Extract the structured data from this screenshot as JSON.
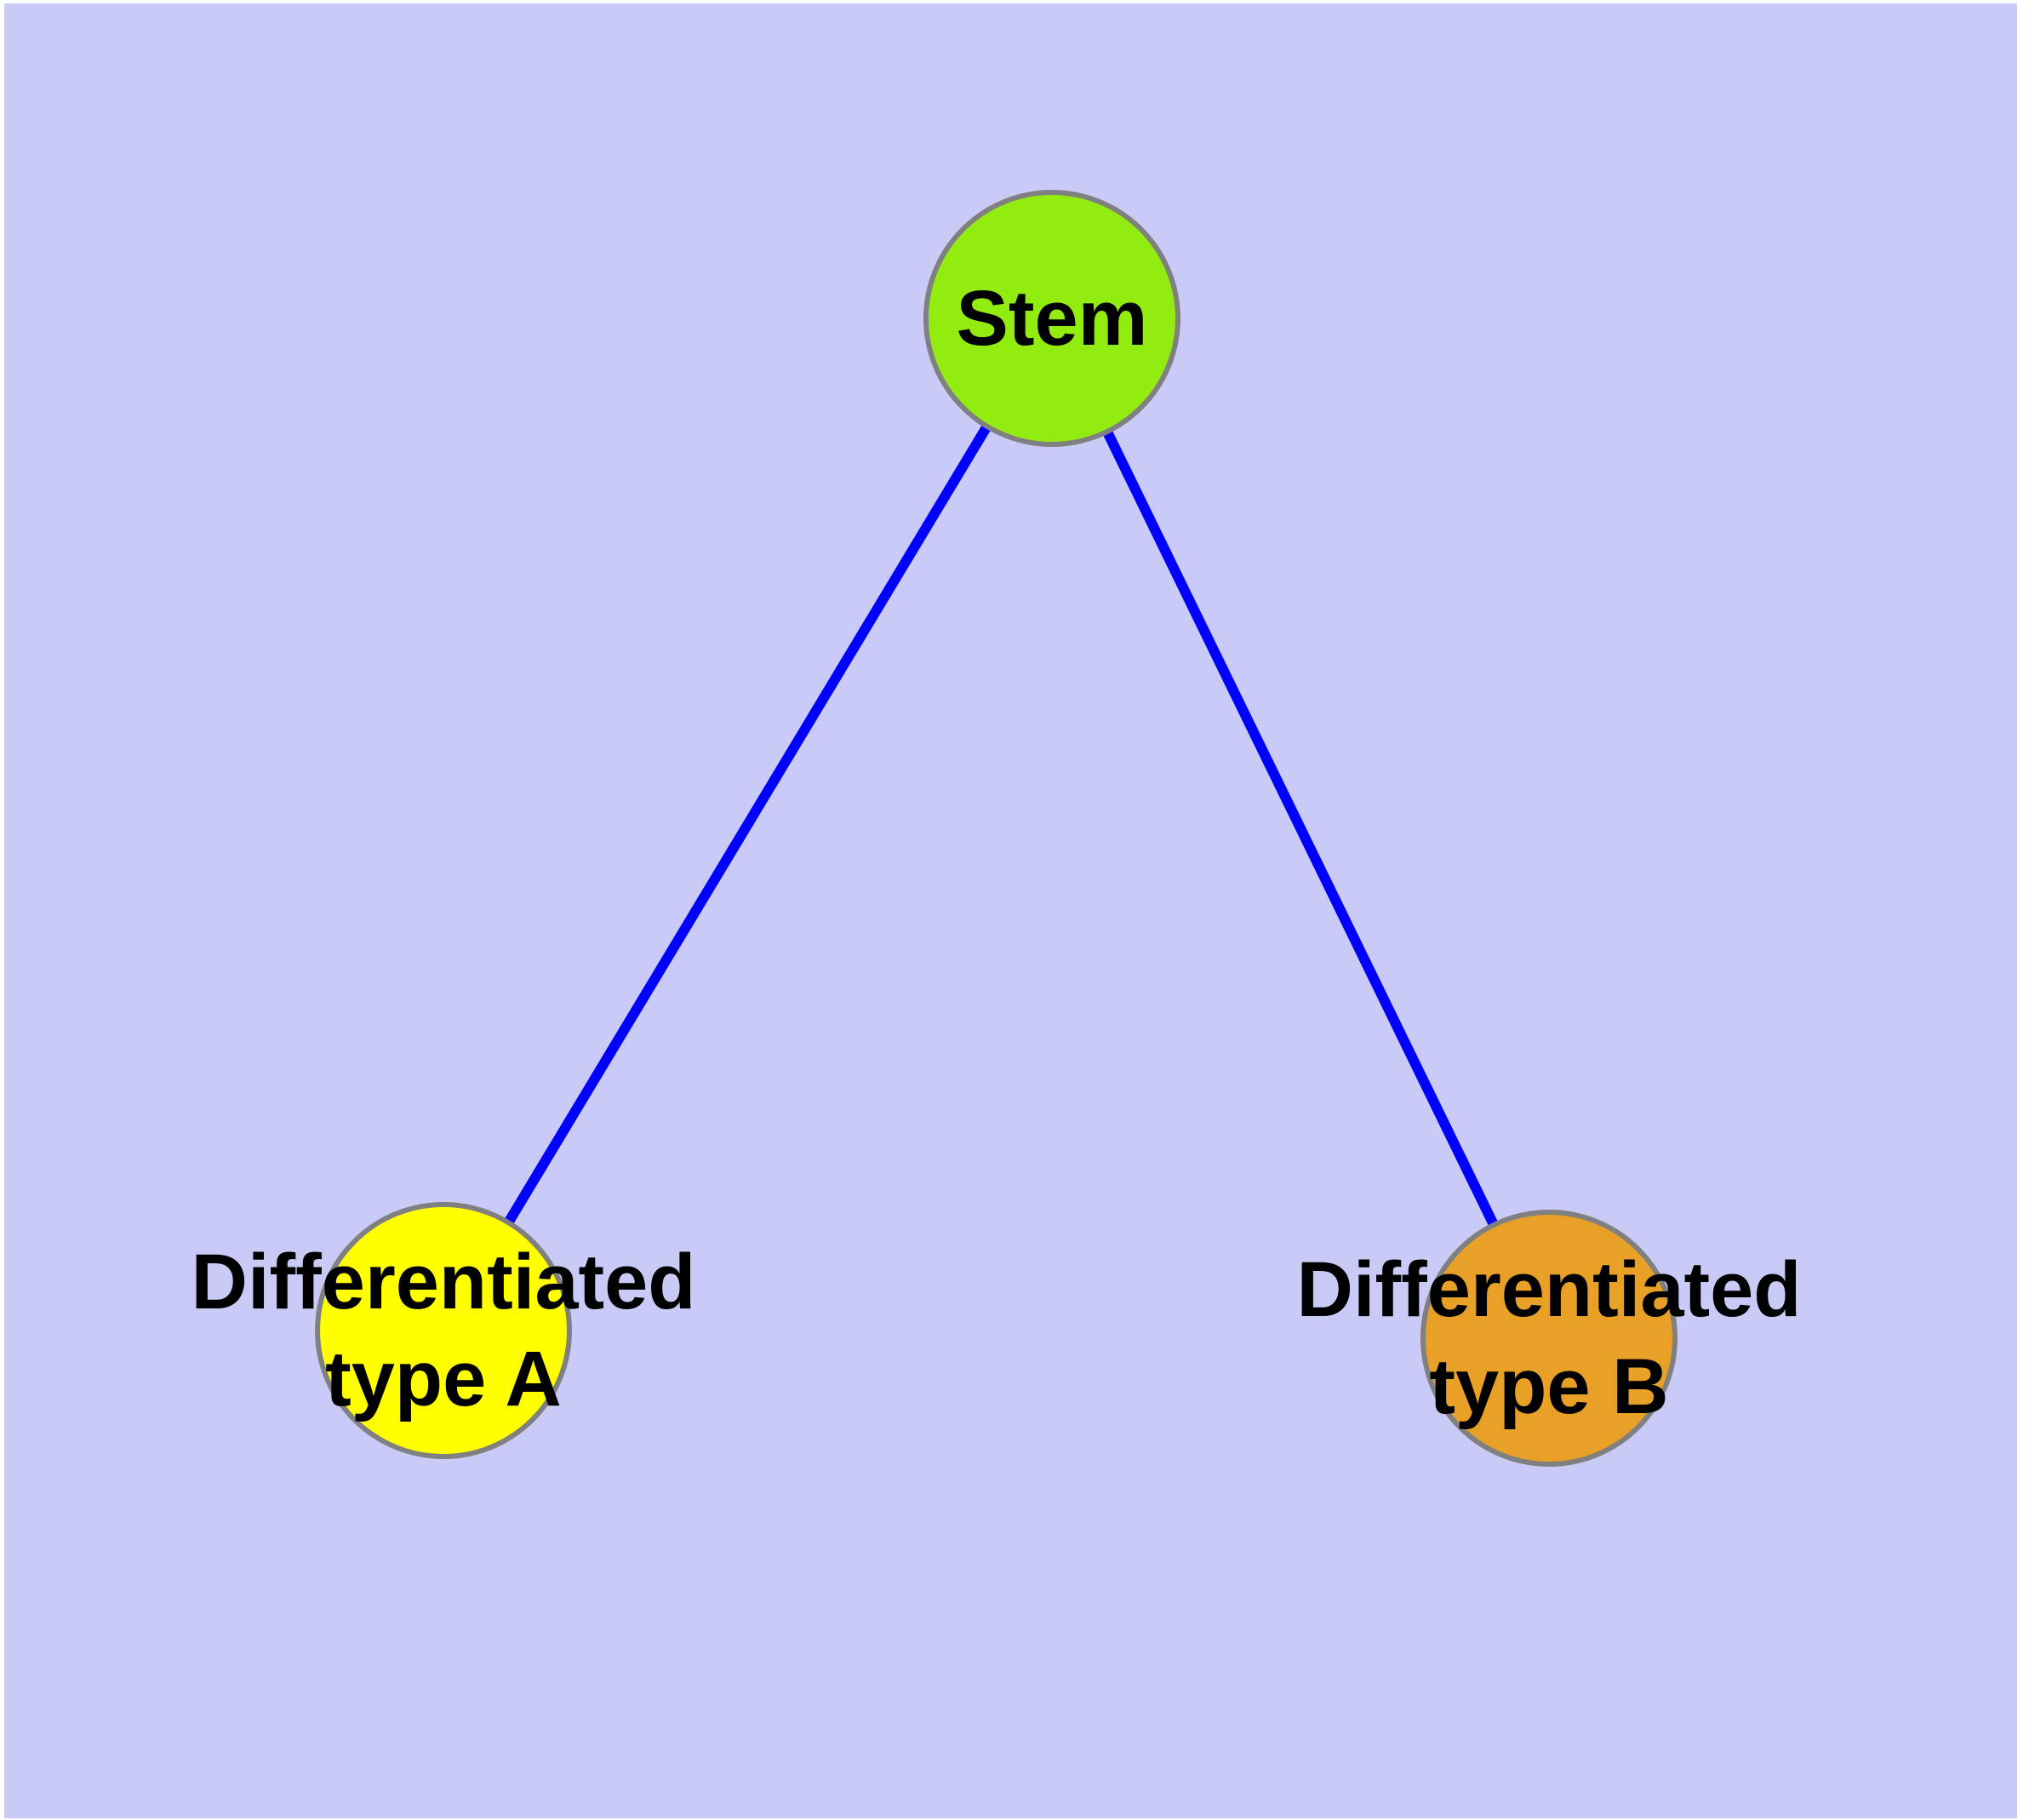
{
  "page": {
    "background": "#FFFFFF"
  },
  "canvas": {
    "background": "#CACAF7"
  },
  "diagram": {
    "type": "graph",
    "description": "Cell differentiation lineage: a Stem node connected to two differentiated cell type nodes",
    "text_color": "#000000",
    "node_border_color": "#808080",
    "edge_color": "#0000FF",
    "nodes": [
      {
        "id": "stem",
        "label": "Stem",
        "fill": "#93EC10"
      },
      {
        "id": "diff-a",
        "label_lines": [
          "Differentiated",
          "type A"
        ],
        "fill": "#FFFF00"
      },
      {
        "id": "diff-b",
        "label_lines": [
          "Differentiated",
          "type B"
        ],
        "fill": "#E8A126"
      }
    ],
    "edges": [
      {
        "from": "Stem",
        "to": "Differentiated type A",
        "color": "#0000FF"
      },
      {
        "from": "Stem",
        "to": "Differentiated type B",
        "color": "#0000FF"
      }
    ]
  }
}
